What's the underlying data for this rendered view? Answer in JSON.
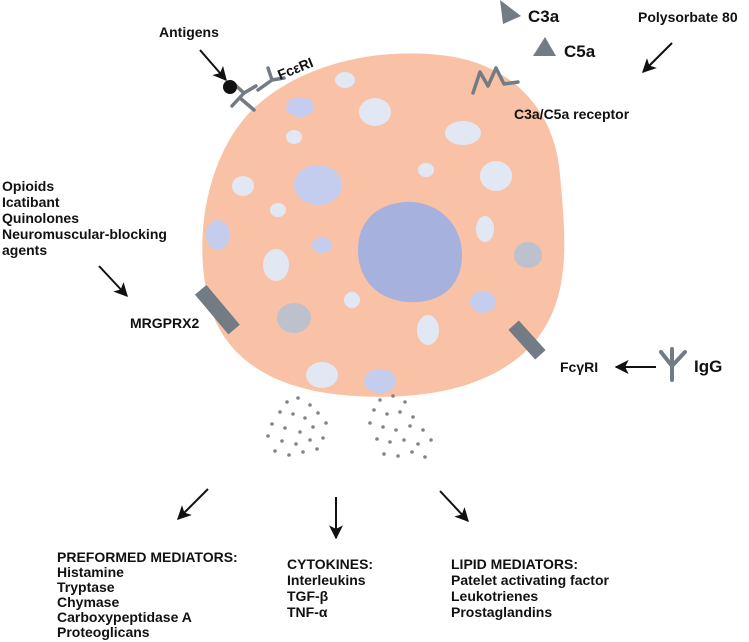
{
  "colors": {
    "cell": "#f9c1a6",
    "granule_light": "#e2e8f3",
    "granule_blue": "#c4cdee",
    "granule_gray": "#bcc1cd",
    "nucleus": "#a6b1de",
    "receptor": "#737b84",
    "dots": "#7d858e",
    "arrow": "#111111"
  },
  "labels": {
    "antigens": "Antigens",
    "fceri": "FcεRI",
    "c3a": "C3a",
    "c5a": "C5a",
    "polysorbate": "Polysorbate 80",
    "c3a_c5a_receptor": "C3a/C5a receptor",
    "mrgprx2": "MRGPRX2",
    "fcgri": "FcγRI",
    "igg": "IgG"
  },
  "drugs": [
    "Opioids",
    "Icatibant",
    "Quinolones",
    "Neuromuscular-blocking",
    "agents"
  ],
  "preformed": {
    "title": "PREFORMED MEDIATORS:",
    "items": [
      "Histamine",
      "Tryptase",
      "Chymase",
      "Carboxypeptidase A",
      "Proteoglicans"
    ]
  },
  "cytokines": {
    "title": "CYTOKINES:",
    "items": [
      "Interleukins",
      "TGF-β",
      "TNF-α"
    ]
  },
  "lipid": {
    "title": "LIPID MEDIATORS:",
    "items": [
      "Patelet activating factor",
      "Leukotrienes",
      "Prostaglandins"
    ]
  }
}
